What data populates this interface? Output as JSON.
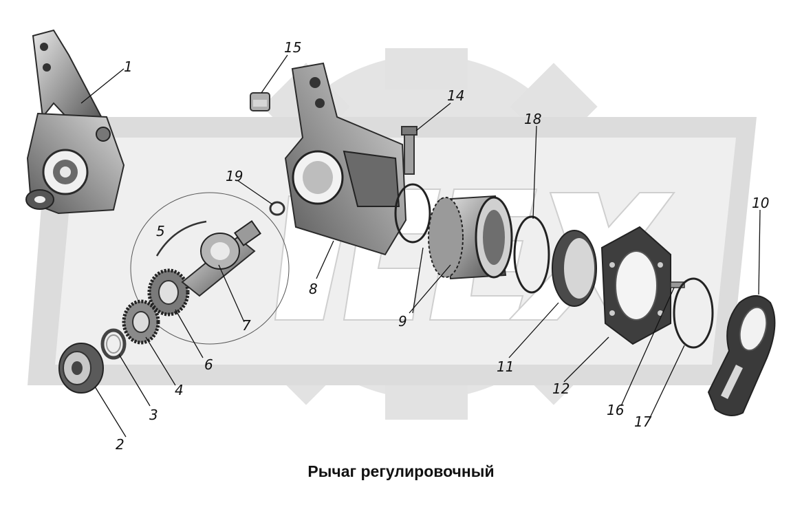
{
  "title": "Рычаг регулировочный",
  "watermark": {
    "text": "OPEX",
    "color": "#dcdcdc"
  },
  "colors": {
    "ink": "#111111",
    "part_dark": "#3a3a3a",
    "part_mid": "#8c8c8c",
    "part_light": "#c8c8c8"
  },
  "callouts": {
    "1": "1",
    "2": "2",
    "3": "3",
    "4": "4",
    "5": "5",
    "6": "6",
    "7": "7",
    "8": "8",
    "9": "9",
    "10": "10",
    "11": "11",
    "12": "12",
    "14": "14",
    "15": "15",
    "16": "16",
    "17": "17",
    "18": "18",
    "19": "19"
  }
}
